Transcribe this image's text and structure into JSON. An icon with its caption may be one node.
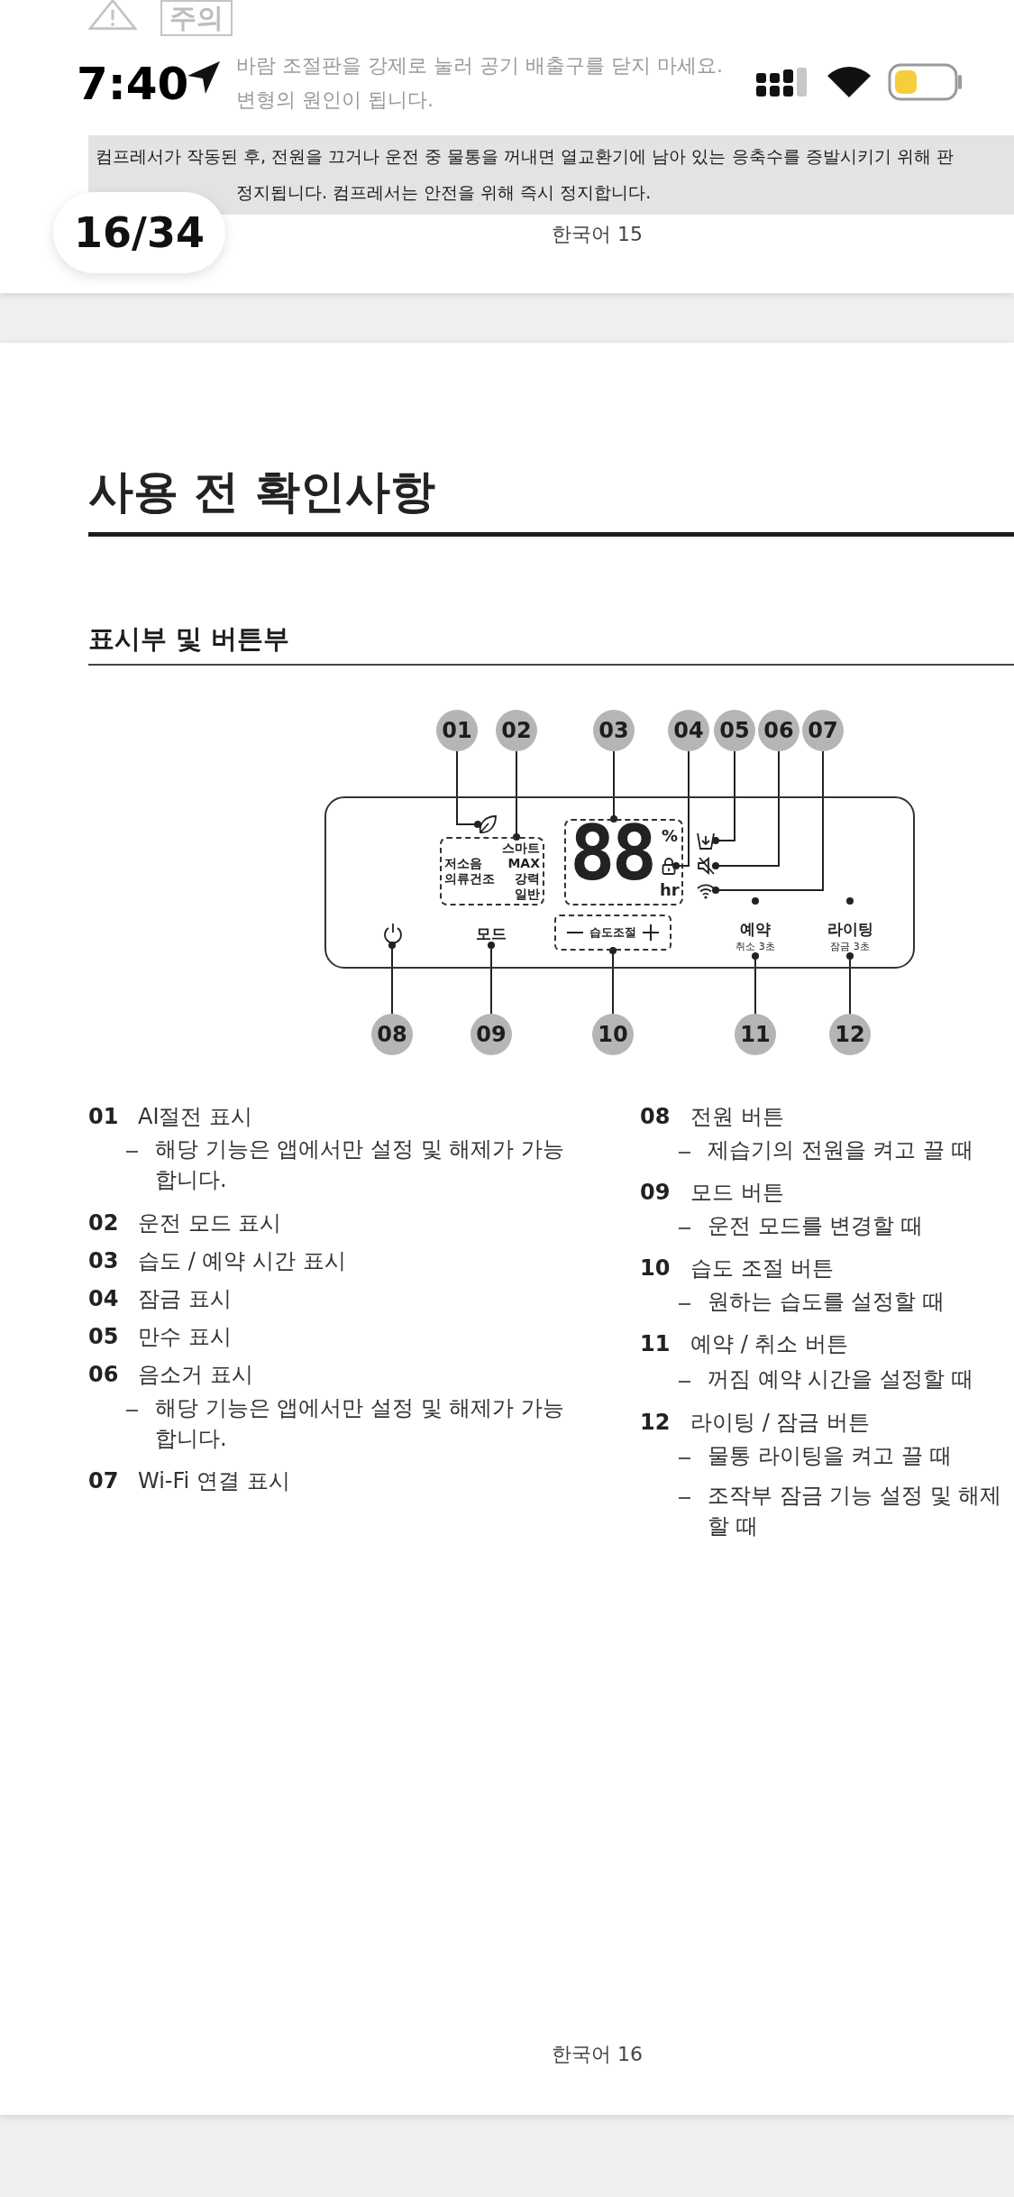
{
  "diagram": {
    "title": "사용 전 확인사항",
    "nodes": [
      {
        "text": [
          "01"
        ]
      },
      {
        "text": [
          "02"
        ]
      },
      {
        "text": [
          "03"
        ]
      },
      {
        "text": [
          "04"
        ]
      },
      {
        "text": [
          "05"
        ]
      },
      {
        "text": [
          "06"
        ]
      },
      {
        "text": [
          "07"
        ]
      },
      {
        "text": [],
        "shape": "box"
      },
      {
        "text": [],
        "shape": "picture",
        "in": 7
      },
      {
        "text": [
          "스마트",
          "저소음",
          "MAX",
          "의류건조",
          "강력",
          "일반"
        ],
        "in": 7
      },
      {
        "text": [
          "88",
          "%",
          "hr"
        ],
        "in": 7
      },
      {
        "text": [],
        "shape": "picture",
        "in": 10
      },
      {
        "text": [],
        "shape": "picture",
        "in": 7
      },
      {
        "text": [],
        "shape": "picture",
        "in": 7
      },
      {
        "text": [],
        "shape": "picture",
        "in": 7
      },
      {
        "text": [],
        "shape": "picture",
        "in": 7
      },
      {
        "text": [
          "모드"
        ],
        "in": 7
      },
      {
        "text": [
          "습도조절"
        ],
        "in": 7
      },
      {
        "text": [
          "예약",
          "취소 3초"
        ],
        "in": 7
      },
      {
        "text": [
          "라이팅",
          "잠금 3초"
        ],
        "in": 7
      },
      {
        "text": [
          "08"
        ]
      },
      {
        "text": [
          "09"
        ]
      },
      {
        "text": [
          "10"
        ]
      },
      {
        "text": [
          "11"
        ]
      },
      {
        "text": [
          "12"
        ]
      }
    ],
    "edges": [
      {
        "from": 0,
        "to": 8,
        "arrow": "other"
      },
      {
        "from": 1,
        "to": 9,
        "arrow": "other"
      },
      {
        "from": 2,
        "to": 10,
        "arrow": "other"
      },
      {
        "from": 3,
        "to": 11,
        "arrow": "other"
      },
      {
        "from": 4,
        "to": 12,
        "arrow": "other"
      },
      {
        "from": 5,
        "to": 13,
        "arrow": "other"
      },
      {
        "from": 6,
        "to": 14,
        "arrow": "other"
      },
      {
        "from": 20,
        "to": 15,
        "arrow": "other"
      },
      {
        "from": 21,
        "to": 16,
        "arrow": "other"
      },
      {
        "from": 22,
        "to": 17,
        "arrow": "other"
      },
      {
        "from": 23,
        "to": 18,
        "arrow": "other"
      },
      {
        "from": 24,
        "to": 19,
        "arrow": "other"
      }
    ],
    "labels": [
      "주의",
      "7:40",
      "바람 조절판을 강제로 눌러 공기 배출구를 닫지 마세요.",
      "변형의 원인이 됩니다.",
      "컴프레서가 작동된 후, 전원을 끄거나 운전 중 물통을 꺼내면 열교환기에 남아 있는 응축수를 증발시키기 위해 판",
      "정지됩니다. 컴프레서는 안전을 위해 즉시 정지합니다.",
      "16/34",
      "한국어 15",
      "표시부 및 버튼부",
      "01",
      "AI절전 표시",
      "해당 기능은 앱에서만 설정 및 해제가 가능합니다.",
      "02",
      "운전 모드 표시",
      "03",
      "습도 / 예약 시간 표시",
      "04",
      "잠금 표시",
      "05",
      "만수 표시",
      "06",
      "음소거 표시",
      "해당 기능은 앱에서만 설정 및 해제가 가능합니다.",
      "07",
      "Wi-Fi 연결 표시",
      "08",
      "전원 버튼",
      "제습기의 전원을 켜고 끌 때",
      "09",
      "모드 버튼",
      "운전 모드를 변경할 때",
      "10",
      "습도 조절 버튼",
      "원하는 습도를 설정할 때",
      "11",
      "예약 / 취소 버튼",
      "꺼짐 예약 시간을 설정할 때",
      "12",
      "라이팅 / 잠금 버튼",
      "물통 라이팅을 켜고 끌 때",
      "조작부 잠금 기능 설정 및 해제할 때",
      "한국어 16"
    ]
  }
}
